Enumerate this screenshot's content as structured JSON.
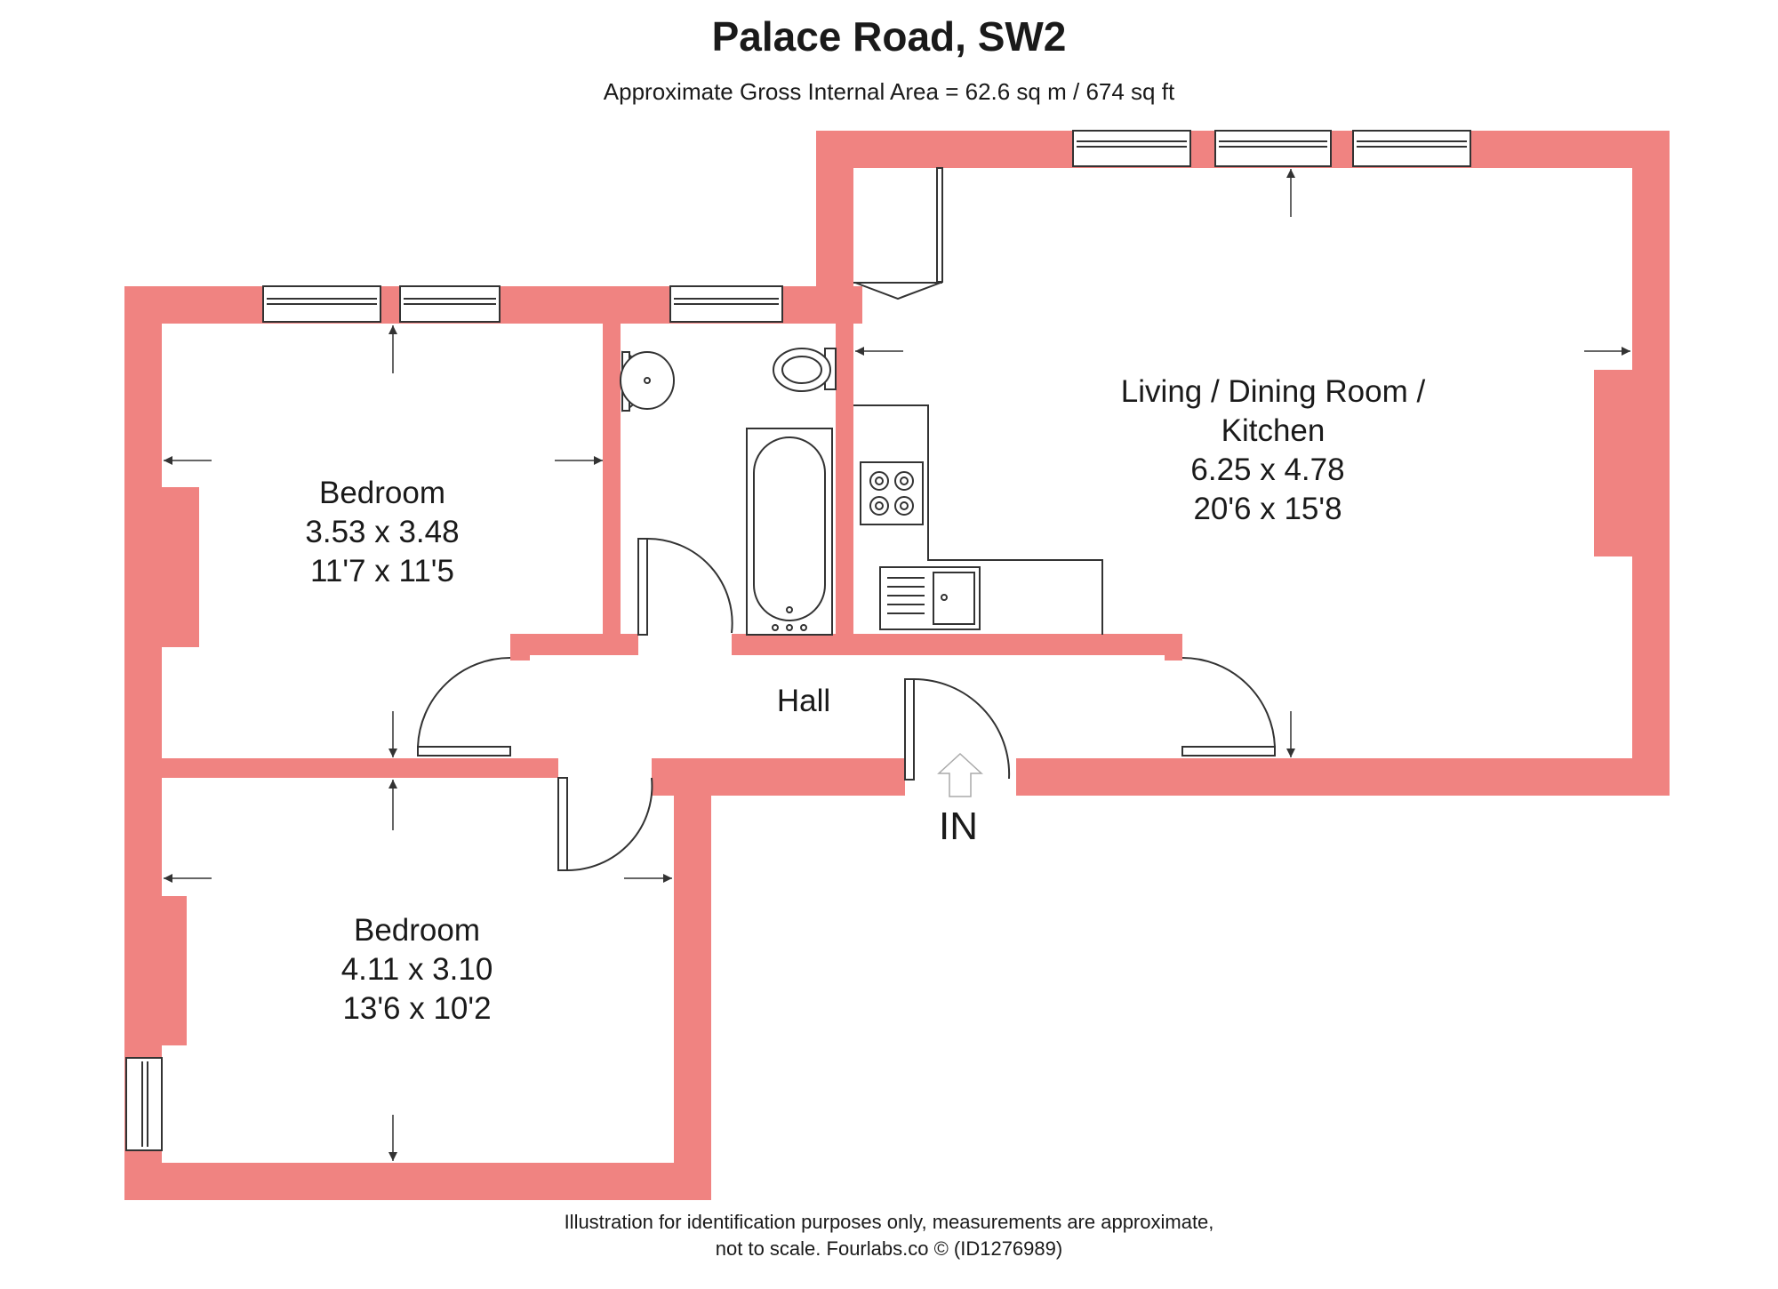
{
  "header": {
    "title": "Palace Road, SW2",
    "subtitle": "Approximate Gross Internal Area = 62.6 sq m / 674 sq ft"
  },
  "rooms": {
    "living": {
      "line1": "Living / Dining Room /",
      "line2": "Kitchen",
      "metric": "6.25 x 4.78",
      "imperial": "20'6 x 15'8"
    },
    "bedroom1": {
      "name": "Bedroom",
      "metric": "3.53 x 3.48",
      "imperial": "11'7 x 11'5"
    },
    "bedroom2": {
      "name": "Bedroom",
      "metric": "4.11 x 3.10",
      "imperial": "13'6 x 10'2"
    },
    "hall": {
      "name": "Hall"
    }
  },
  "entrance": {
    "label": "IN"
  },
  "footer": {
    "line1": "Illustration for identification purposes only, measurements are approximate,",
    "line2": "not to scale. Fourlabs.co © (ID1276989)"
  },
  "colors": {
    "wall": "#f08381",
    "line": "#333333",
    "background": "#ffffff"
  }
}
